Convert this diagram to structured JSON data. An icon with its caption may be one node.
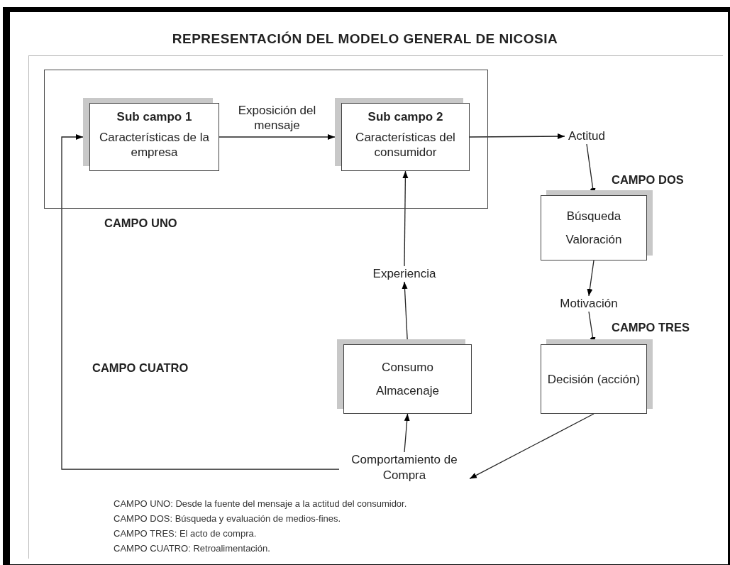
{
  "diagram": {
    "title": "REPRESENTACIÓN DEL MODELO GENERAL DE NICOSIA",
    "nodes": [
      {
        "text": [
          "CAMPO UNO"
        ]
      },
      {
        "text": [
          "Sub campo 1",
          "Características de la empresa"
        ],
        "in": 0
      },
      {
        "text": [
          "Sub campo 2",
          "Características del consumidor"
        ],
        "in": 0
      },
      {
        "text": [
          "Actitud"
        ]
      },
      {
        "text": [
          "Búsqueda",
          "Valoración"
        ],
        "beside": [
          "CAMPO DOS"
        ]
      },
      {
        "text": [
          "Motivación"
        ]
      },
      {
        "text": [
          "Decisión (acción)"
        ],
        "beside": [
          "CAMPO TRES"
        ]
      },
      {
        "text": [
          "Comportamiento de Compra"
        ]
      },
      {
        "text": [
          "Consumo",
          "Almacenaje"
        ]
      },
      {
        "text": [
          "Experiencia"
        ]
      }
    ],
    "edges": [
      {
        "from": 1,
        "to": 2,
        "arrow": "to",
        "label": "Exposición del mensaje"
      },
      {
        "from": 2,
        "to": 3,
        "arrow": "to"
      },
      {
        "from": 3,
        "to": 4,
        "arrow": "to"
      },
      {
        "from": 4,
        "to": 5,
        "arrow": "to"
      },
      {
        "from": 5,
        "to": 6,
        "arrow": "to"
      },
      {
        "from": 6,
        "to": 7,
        "arrow": "to"
      },
      {
        "from": 7,
        "to": 8,
        "arrow": "to"
      },
      {
        "from": 8,
        "to": 9,
        "arrow": "to"
      },
      {
        "from": 9,
        "to": 2,
        "arrow": "to"
      },
      {
        "from": 7,
        "to": 1,
        "arrow": "to"
      }
    ],
    "labels": [
      "CAMPO CUATRO",
      "CAMPO UNO: Desde la fuente del mensaje a la actitud del consumidor.",
      "CAMPO DOS: Búsqueda y evaluación de medios-fines.",
      "CAMPO TRES: El acto de compra.",
      "CAMPO CUATRO: Retroalimentación."
    ]
  }
}
